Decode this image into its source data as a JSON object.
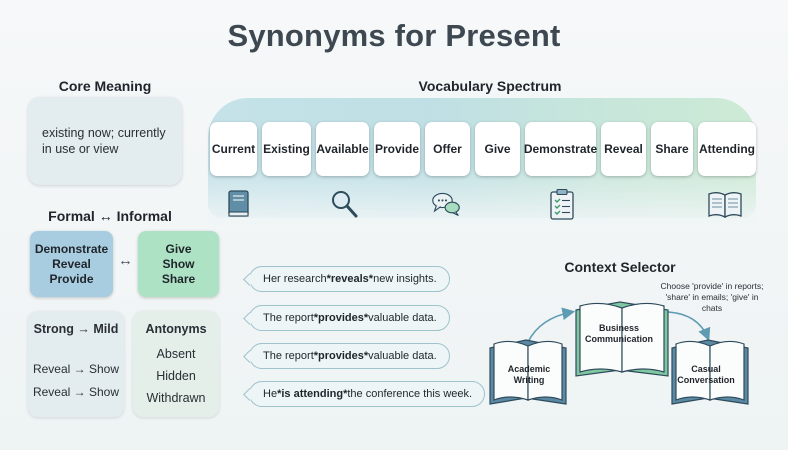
{
  "title": "Synonyms for Present",
  "core": {
    "title": "Core Meaning",
    "line1": "existing now; currently",
    "line2": "in use or view"
  },
  "spectrum": {
    "title": "Vocabulary Spectrum",
    "words": [
      "Current",
      "Existing",
      "Available",
      "Provide",
      "Offer",
      "Give",
      "Demonstrate",
      "Reveal",
      "Share",
      "Attending"
    ],
    "icons": [
      "book-icon",
      "magnifier-icon",
      "chat-bubbles-icon",
      "clipboard-checklist-icon",
      "open-book-icon"
    ]
  },
  "formality": {
    "title_left": "Formal",
    "arrow": "↔",
    "title_right": "Informal",
    "formal": [
      "Demonstrate",
      "Reveal",
      "Provide"
    ],
    "informal": [
      "Give",
      "Show",
      "Share"
    ]
  },
  "strength": {
    "title": "Strong → Mild",
    "rows": [
      "Reveal → Show",
      "Reveal → Show"
    ]
  },
  "antonyms": {
    "title": "Antonyms",
    "items": [
      "Absent",
      "Hidden",
      "Withdrawn"
    ]
  },
  "examples": [
    {
      "pre": "Her research ",
      "bold": "*reveals*",
      "post": " new insights."
    },
    {
      "pre": "The report ",
      "bold": "*provides*",
      "post": " valuable data."
    },
    {
      "pre": "The report ",
      "bold": "*provides*",
      "post": " valuable data."
    },
    {
      "pre": "He ",
      "bold": "*is attending*",
      "post": " the conference this week."
    }
  ],
  "context": {
    "title": "Context Selector",
    "note": "Choose 'provide' in reports; 'share' in emails; 'give' in chats",
    "books": [
      {
        "line1": "Academic",
        "line2": "Writing"
      },
      {
        "line1": "Business",
        "line2": "Communication"
      },
      {
        "line1": "Casual",
        "line2": "Conversation"
      }
    ]
  },
  "colors": {
    "formal_fill": "#a9cde0",
    "informal_fill": "#ade2c4",
    "spectrum_band": "#b6dbe2",
    "bubble_border": "#9fc3cd",
    "book_outline": "#3b5a6e"
  }
}
